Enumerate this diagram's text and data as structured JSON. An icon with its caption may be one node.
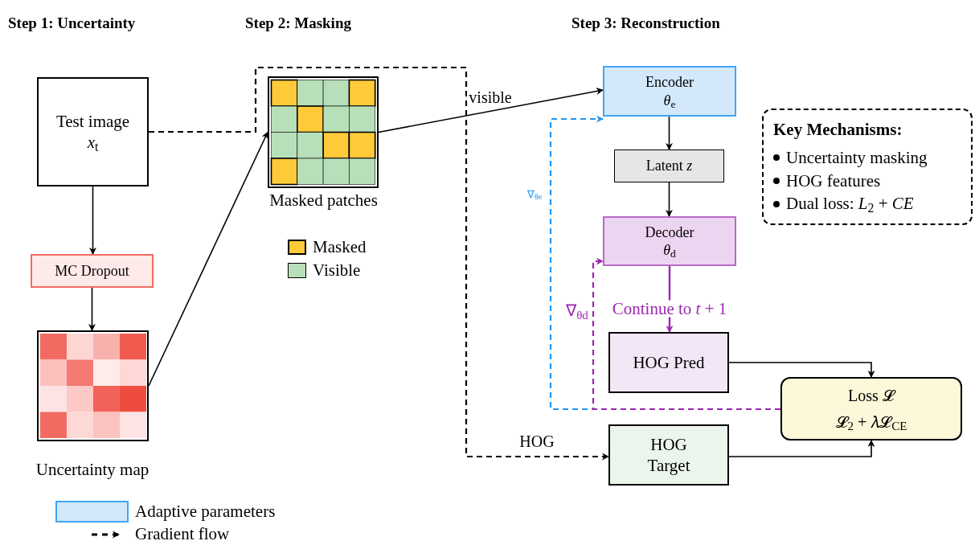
{
  "diagram": {
    "nodes": [
      {
        "text": [
          "Test image",
          "*x*$_{t}$"
        ]
      },
      {
        "text": [
          "MC Dropout"
        ]
      },
      {
        "text": [],
        "shape": "picture",
        "beside": [
          "Uncertainty map"
        ]
      },
      {
        "text": [],
        "shape": "picture",
        "beside": [
          "Masked patches"
        ]
      },
      {
        "text": [
          "Encoder",
          "*θ*$_{e}$"
        ]
      },
      {
        "text": [
          "Latent *z*"
        ]
      },
      {
        "text": [
          "Decoder",
          "*θ*$_{d}$"
        ]
      },
      {
        "text": [
          "HOG Pred"
        ]
      },
      {
        "text": [
          "Loss 𝓛",
          "𝓛$_{2}$ + 𝜆𝓛$_{CE}$"
        ]
      },
      {
        "text": [
          "HOG Target"
        ]
      },
      {
        "text": [
          "Key Mechanisms:",
          "Uncertainty masking",
          "HOG features",
          "Dual loss: *L*$_{2}$ + *CE*"
        ]
      }
    ],
    "edges": [
      {
        "from": 0,
        "to": 1,
        "arrow": "to"
      },
      {
        "from": 1,
        "to": 2,
        "arrow": "to"
      },
      {
        "from": 2,
        "to": 3,
        "arrow": "to"
      },
      {
        "from": 3,
        "to": 4,
        "arrow": "to",
        "label": "visible"
      },
      {
        "from": 0,
        "to": 9,
        "arrow": "to",
        "label": "HOG",
        "style": "dashed"
      },
      {
        "from": 4,
        "to": 5,
        "arrow": "to"
      },
      {
        "from": 5,
        "to": 6,
        "arrow": "to"
      },
      {
        "from": 6,
        "to": 7,
        "arrow": "to",
        "label": "Continue to *t* + 1",
        "color": "#9c27b0"
      },
      {
        "from": 7,
        "to": 8,
        "arrow": "to"
      },
      {
        "from": 9,
        "to": 8,
        "arrow": "to"
      },
      {
        "from": 8,
        "to": 4,
        "arrow": "to",
        "label": "∇$_{θe}$",
        "style": "dashed",
        "color": "#2196f3"
      },
      {
        "from": 8,
        "to": 6,
        "arrow": "to",
        "label": "∇$_{θd}$",
        "style": "dashed",
        "color": "#9c27b0"
      }
    ],
    "labels": [
      "Step 1: Uncertainty",
      "Step 2: Masking",
      "Step 3: Reconstruction"
    ],
    "legend": [
      {
        "text": "Masked",
        "color": "#ffca3a"
      },
      {
        "text": "Visible",
        "color": "#b7dfb9"
      },
      {
        "text": "Adaptive parameters",
        "color": "#d3e8fb"
      },
      {
        "text": "Gradient flow"
      }
    ]
  }
}
